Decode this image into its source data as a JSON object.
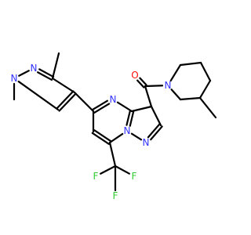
{
  "figure": {
    "type": "chemical-structure",
    "colors": {
      "background": "#ffffff",
      "bond": "#000000",
      "nitrogen": "#3333ff",
      "oxygen": "#ff0d0d",
      "fluorine": "#33cc33"
    }
  },
  "atoms": {
    "n_pz_methyl": "N",
    "n_pz_2": "N",
    "n_core_top": "N",
    "n_core_bridge": "N",
    "n_core_2": "N",
    "o_carbonyl": "O",
    "n_piperidine": "N",
    "f_1": "F",
    "f_2": "F",
    "f_3": "F"
  }
}
